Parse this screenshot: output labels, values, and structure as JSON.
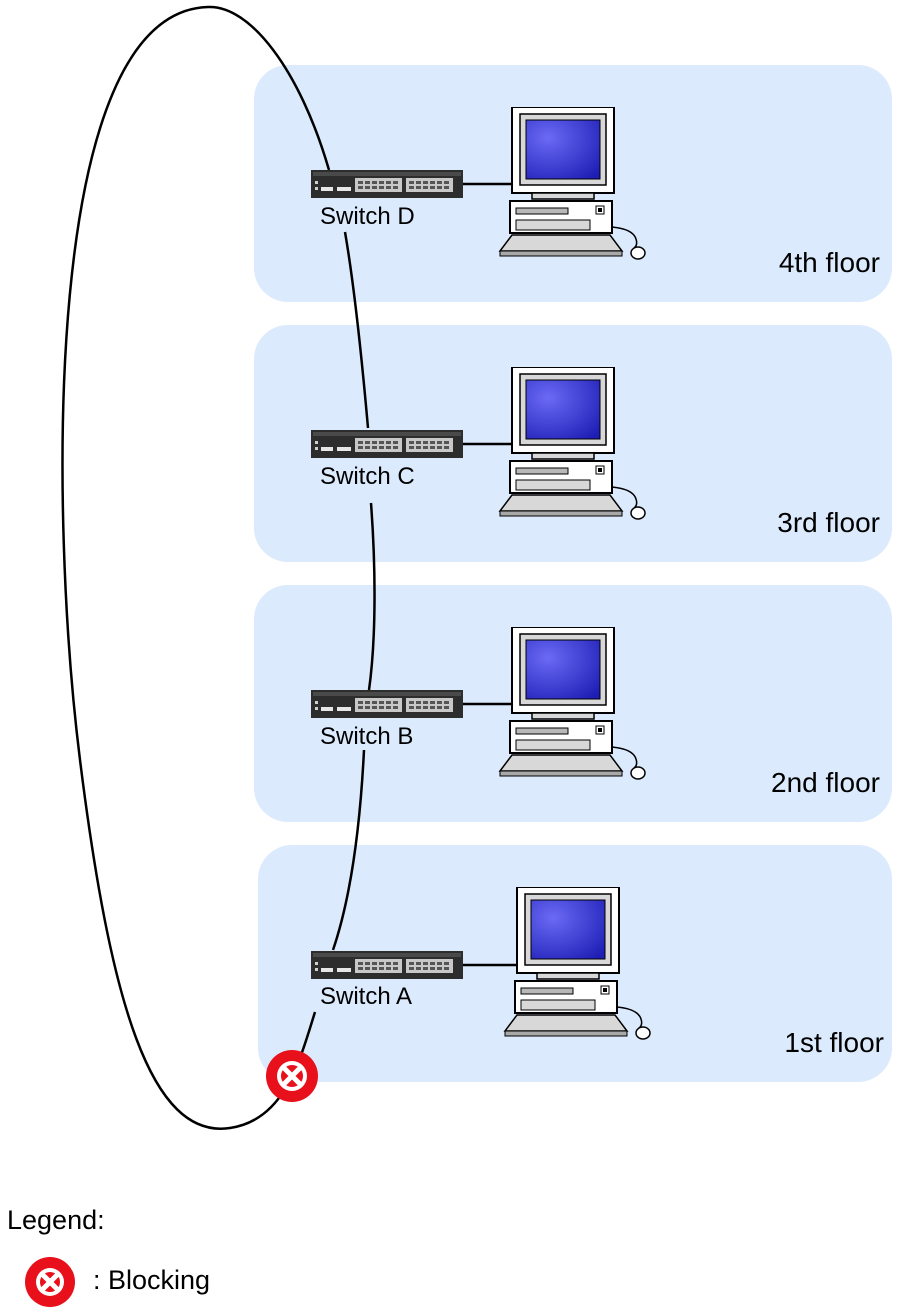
{
  "floors": [
    {
      "id": "4",
      "label": "4th floor",
      "switch": "Switch D"
    },
    {
      "id": "3",
      "label": "3rd floor",
      "switch": "Switch C"
    },
    {
      "id": "2",
      "label": "2nd floor",
      "switch": "Switch B"
    },
    {
      "id": "1",
      "label": "1st floor",
      "switch": "Switch A"
    }
  ],
  "legend": {
    "title": "Legend:",
    "blocking_label": ": Blocking",
    "blocking_icon": "blocking-icon"
  },
  "colors": {
    "floor_panel": "#dbeafc",
    "blocking": "#e8101a",
    "screen": "#3a3ad8"
  }
}
